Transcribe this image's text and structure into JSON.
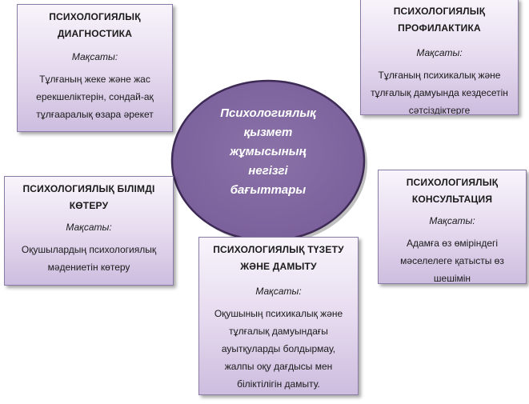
{
  "center": {
    "text": "Психологиялық\nқызмет\nжұмысының\nнегізгі\nбағыттары"
  },
  "goal_label": "Мақсаты:",
  "boxes": {
    "diagnostics": {
      "title": "ПСИХОЛОГИЯЛЫҚ ДИАГНОСТИКА",
      "goal": "Мақсаты:",
      "desc": "Тұлғаның жеке және жас ерекшеліктерін, сондай-ақ тұлғааралық өзара әрекет"
    },
    "prevention": {
      "title": "ПСИХОЛОГИЯЛЫҚ ПРОФИЛАКТИКА",
      "goal": "Мақсаты:",
      "desc": "Тұлғаның психикалық және тұлғалық дамуында кездесетін сәтсіздіктерге"
    },
    "education": {
      "title": "ПСИХОЛОГИЯЛЫҚ БІЛІМДІ КӨТЕРУ",
      "goal": "Мақсаты:",
      "desc": "Оқушылардың психологиялық мәдениетін көтеру"
    },
    "consultation": {
      "title": "ПСИХОЛОГИЯЛЫҚ КОНСУЛЬТАЦИЯ",
      "goal": "Мақсаты:",
      "desc": "Адамға өз өміріндегі мәселелеге қатысты өз шешімін"
    },
    "correction": {
      "title": "ПСИХОЛОГИЯЛЫҚ ТҮЗЕТУ ЖӘНЕ ДАМЫТУ",
      "goal": "Мақсаты:",
      "desc": "Оқушының психикалық және тұлғалық дамуындағы ауытқуларды болдырмау, жалпы оқу дағдысы мен біліктілігін дамыту."
    }
  }
}
